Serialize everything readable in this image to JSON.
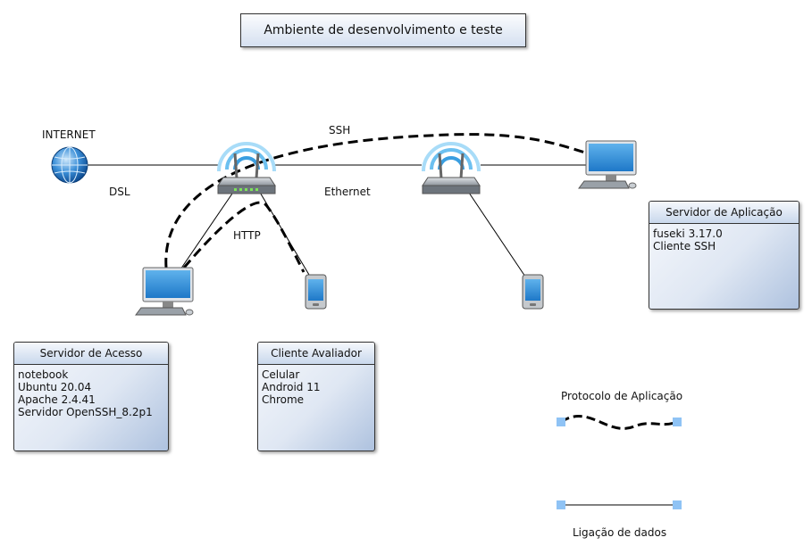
{
  "diagram": {
    "title": "Ambiente de desenvolvimento e teste",
    "labels": {
      "internet": "INTERNET",
      "dsl": "DSL",
      "ssh": "SSH",
      "ethernet": "Ethernet",
      "http": "HTTP"
    },
    "cards": {
      "access_server": {
        "title": "Servidor de Acesso",
        "lines": [
          "notebook",
          "Ubuntu 20.04",
          "Apache 2.4.41",
          "Servidor OpenSSH_8.2p1"
        ]
      },
      "evaluator_client": {
        "title": "Cliente Avaliador",
        "lines": [
          "Celular",
          "Android 11",
          "Chrome"
        ]
      },
      "app_server": {
        "title": "Servidor de Aplicação",
        "lines": [
          "fuseki 3.17.0",
          "Cliente SSH"
        ]
      }
    },
    "legend": {
      "app_protocol": "Protocolo de Aplicação",
      "data_link": "Ligação de dados"
    },
    "icons": [
      "globe-icon",
      "router-icon",
      "desktop-computer-icon",
      "smartphone-icon"
    ],
    "colors": {
      "card_fill_light": "#f6f8fc",
      "card_fill_dark": "#aec2df",
      "wifi_blue": "#4aa3e0",
      "legend_endpoint": "#8fc3f5"
    }
  }
}
